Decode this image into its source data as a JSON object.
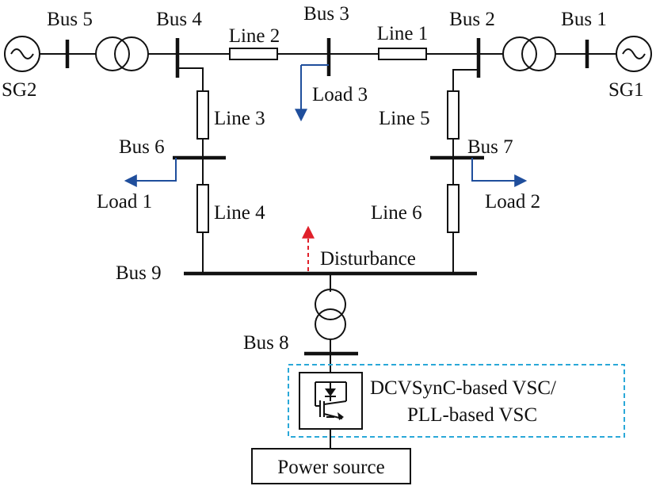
{
  "buses": {
    "bus1": "Bus 1",
    "bus2": "Bus 2",
    "bus3": "Bus 3",
    "bus4": "Bus 4",
    "bus5": "Bus 5",
    "bus6": "Bus 6",
    "bus7": "Bus 7",
    "bus8": "Bus 8",
    "bus9": "Bus 9"
  },
  "lines": {
    "line1": "Line 1",
    "line2": "Line 2",
    "line3": "Line 3",
    "line4": "Line 4",
    "line5": "Line 5",
    "line6": "Line 6"
  },
  "generators": {
    "sg1": "SG1",
    "sg2": "SG2"
  },
  "loads": {
    "load1": "Load 1",
    "load2": "Load 2",
    "load3": "Load 3"
  },
  "disturbance": "Disturbance",
  "converter": {
    "line1": "DCVSynC-based VSC/",
    "line2": "PLL-based VSC"
  },
  "power_source": "Power source",
  "colors": {
    "load_arrow": "#1f4e9c",
    "disturbance_arrow": "#e0202a",
    "converter_frame": "#2aa8d8"
  }
}
